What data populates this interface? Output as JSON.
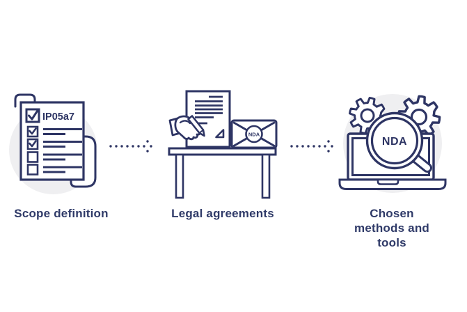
{
  "colors": {
    "line_navy": "#2e3564",
    "label_text": "#2f3a68",
    "circle_bg": "#efeff1",
    "background": "#ffffff"
  },
  "steps": [
    {
      "label": "Scope definition",
      "icon": "checklist-document-icon",
      "checklist_code": "IP05a7",
      "header_checkbox_checked": true,
      "rows": [
        {
          "checked": true
        },
        {
          "checked": true
        },
        {
          "checked": false
        },
        {
          "checked": false
        }
      ]
    },
    {
      "label": "Legal agreements",
      "icon": "contract-signing-table-icon",
      "envelope_seal_text": "NDA"
    },
    {
      "label": "Chosen methods and tools",
      "icon": "laptop-gears-magnifier-icon",
      "magnifier_text": "NDA"
    }
  ],
  "connectors": [
    {
      "type": "dotted-arrow",
      "direction": "right"
    },
    {
      "type": "dotted-arrow",
      "direction": "right"
    }
  ]
}
